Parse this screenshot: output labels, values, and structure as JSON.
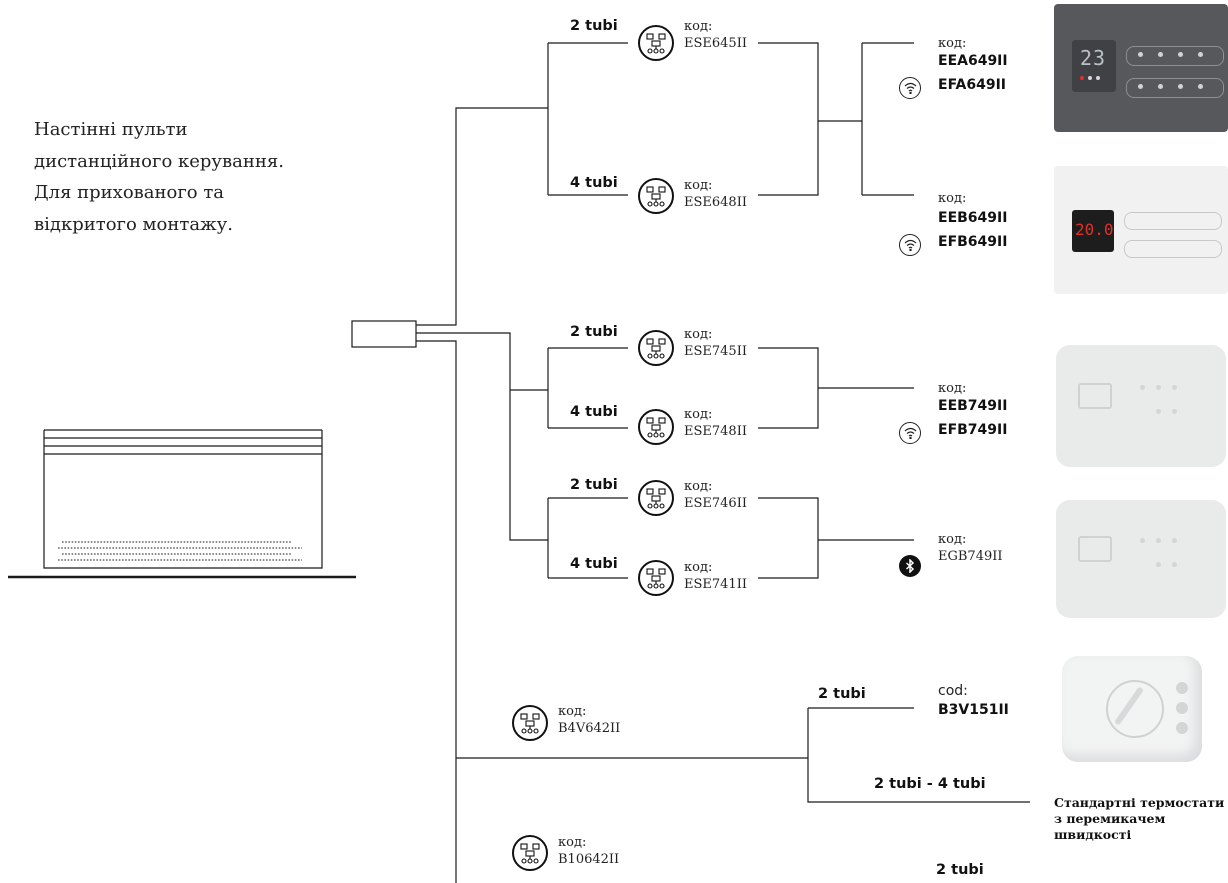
{
  "intro": {
    "line1": "Настінні пульти",
    "line2": "дистанційного керування.",
    "line3": "Для прихованого та",
    "line4": "відкритого монтажу."
  },
  "labels": {
    "kod": "код:",
    "cod": "cod:"
  },
  "branches": {
    "ese645": {
      "tubi": "2 tubi",
      "code": "ESE645II"
    },
    "ese648": {
      "tubi": "4 tubi",
      "code": "ESE648II"
    },
    "ese745": {
      "tubi": "2 tubi",
      "code": "ESE745II"
    },
    "ese748": {
      "tubi": "4 tubi",
      "code": "ESE748II"
    },
    "ese746": {
      "tubi": "2 tubi",
      "code": "ESE746II"
    },
    "ese741": {
      "tubi": "4 tubi",
      "code": "ESE741II"
    },
    "b4v": {
      "code": "B4V642II"
    },
    "b10": {
      "code": "B10642II"
    }
  },
  "controllers": {
    "eea": {
      "code1": "EEA649II",
      "code2": "EFA649II",
      "display": "23"
    },
    "eeb": {
      "code1": "EEB649II",
      "code2": "EFB649II",
      "display": "20.0"
    },
    "eeb749": {
      "code1": "EEB749II",
      "code2": "EFB749II"
    },
    "egb": {
      "code": "EGB749II"
    },
    "b3v": {
      "tubi": "2 tubi",
      "code": "B3V151II"
    }
  },
  "mid_labels": {
    "tubi_2_4": "2 tubi - 4 tubi",
    "tubi_bottom": "2 tubi"
  },
  "caption": {
    "line1": "Стандартні термостати",
    "line2": "з перемикачем",
    "line3": "швидкості"
  },
  "colors": {
    "line": "#1a1a1a",
    "dark_panel": "#55575a",
    "light_panel": "#efefef",
    "display_red": "#e0302a"
  }
}
